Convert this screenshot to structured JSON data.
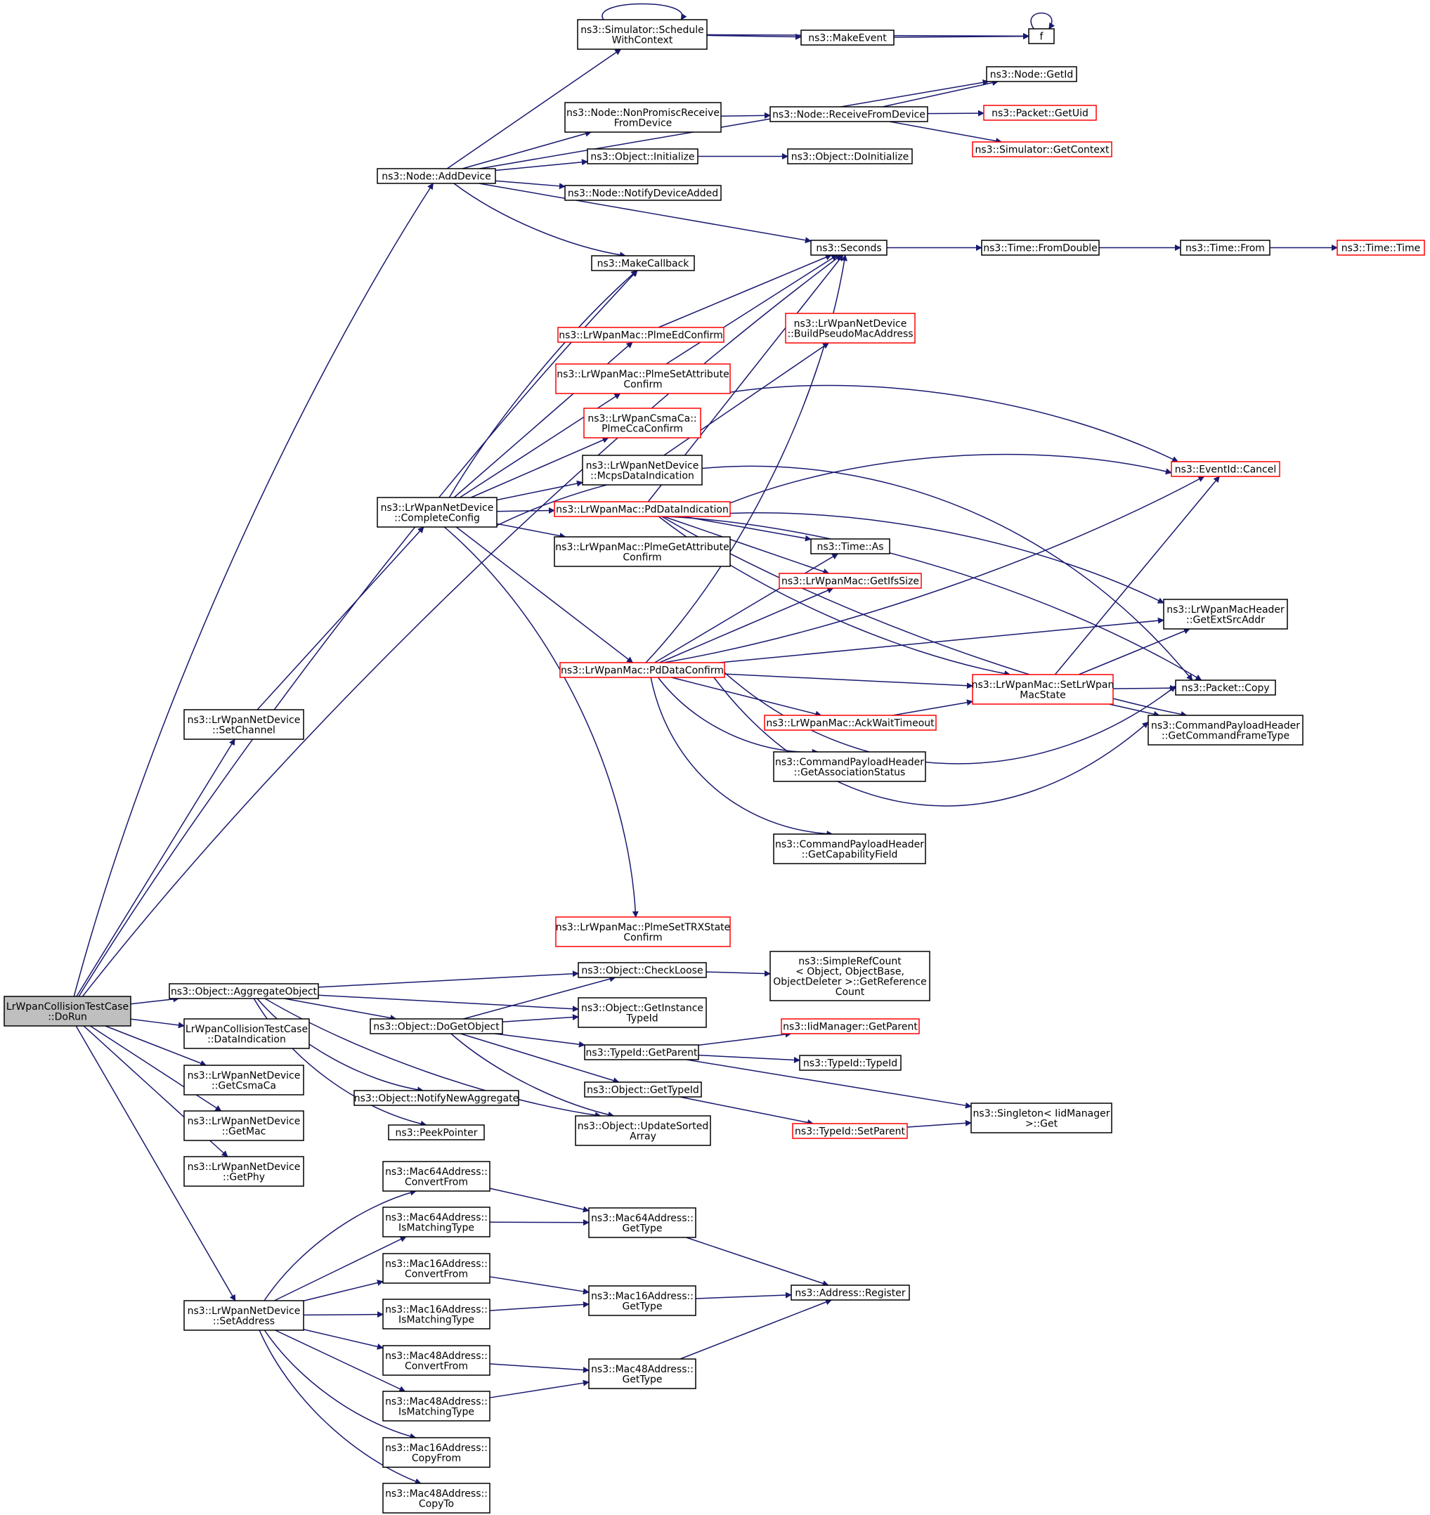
{
  "colors": {
    "edge": "#191970",
    "node_border": "#000000",
    "partial_border": "#ff0000",
    "root_fill": "#bfbfbf",
    "node_fill": "#ffffff"
  },
  "nodes": [
    {
      "id": "root",
      "lines": [
        "LrWpanCollisionTestCase",
        "::DoRun"
      ],
      "style": "root"
    },
    {
      "id": "addDevice",
      "lines": [
        "ns3::Node::AddDevice"
      ]
    },
    {
      "id": "makeCallback",
      "lines": [
        "ns3::MakeCallback"
      ]
    },
    {
      "id": "seconds",
      "lines": [
        "ns3::Seconds"
      ]
    },
    {
      "id": "setChannel",
      "lines": [
        "ns3::LrWpanNetDevice",
        "::SetChannel"
      ]
    },
    {
      "id": "completeConfig",
      "lines": [
        "ns3::LrWpanNetDevice",
        "::CompleteConfig"
      ]
    },
    {
      "id": "aggregate",
      "lines": [
        "ns3::Object::AggregateObject"
      ]
    },
    {
      "id": "dataIndication",
      "lines": [
        "LrWpanCollisionTestCase",
        "::DataIndication"
      ]
    },
    {
      "id": "getCsmaCa",
      "lines": [
        "ns3::LrWpanNetDevice",
        "::GetCsmaCa"
      ]
    },
    {
      "id": "getMac",
      "lines": [
        "ns3::LrWpanNetDevice",
        "::GetMac"
      ]
    },
    {
      "id": "getPhy",
      "lines": [
        "ns3::LrWpanNetDevice",
        "::GetPhy"
      ]
    },
    {
      "id": "setAddress",
      "lines": [
        "ns3::LrWpanNetDevice",
        "::SetAddress"
      ]
    },
    {
      "id": "scheduleWithContext",
      "lines": [
        "ns3::Simulator::Schedule",
        "WithContext"
      ]
    },
    {
      "id": "nonPromisc",
      "lines": [
        "ns3::Node::NonPromiscReceive",
        "FromDevice"
      ]
    },
    {
      "id": "objInitialize",
      "lines": [
        "ns3::Object::Initialize"
      ]
    },
    {
      "id": "notifyDeviceAdded",
      "lines": [
        "ns3::Node::NotifyDeviceAdded"
      ]
    },
    {
      "id": "makeEvent",
      "lines": [
        "ns3::MakeEvent"
      ]
    },
    {
      "id": "f",
      "lines": [
        "f"
      ]
    },
    {
      "id": "getId",
      "lines": [
        "ns3::Node::GetId"
      ]
    },
    {
      "id": "receiveFromDevice",
      "lines": [
        "ns3::Node::ReceiveFromDevice"
      ]
    },
    {
      "id": "getUid",
      "lines": [
        "ns3::Packet::GetUid"
      ],
      "style": "partial"
    },
    {
      "id": "getContext",
      "lines": [
        "ns3::Simulator::GetContext"
      ],
      "style": "partial"
    },
    {
      "id": "doInitialize",
      "lines": [
        "ns3::Object::DoInitialize"
      ]
    },
    {
      "id": "fromDouble",
      "lines": [
        "ns3::Time::FromDouble"
      ]
    },
    {
      "id": "timeFrom",
      "lines": [
        "ns3::Time::From"
      ]
    },
    {
      "id": "timeTime",
      "lines": [
        "ns3::Time::Time"
      ],
      "style": "partial"
    },
    {
      "id": "plmeEdConfirm",
      "lines": [
        "ns3::LrWpanMac::PlmeEdConfirm"
      ],
      "style": "partial"
    },
    {
      "id": "plmeSetAttr",
      "lines": [
        "ns3::LrWpanMac::PlmeSetAttribute",
        "Confirm"
      ],
      "style": "partial"
    },
    {
      "id": "plmeCcaConfirm",
      "lines": [
        "ns3::LrWpanCsmaCa::",
        "PlmeCcaConfirm"
      ],
      "style": "partial"
    },
    {
      "id": "mcpsDataInd",
      "lines": [
        "ns3::LrWpanNetDevice",
        "::McpsDataIndication"
      ]
    },
    {
      "id": "pdDataInd",
      "lines": [
        "ns3::LrWpanMac::PdDataIndication"
      ],
      "style": "partial"
    },
    {
      "id": "plmeGetAttr",
      "lines": [
        "ns3::LrWpanMac::PlmeGetAttribute",
        "Confirm"
      ]
    },
    {
      "id": "pdDataConfirm",
      "lines": [
        "ns3::LrWpanMac::PdDataConfirm"
      ],
      "style": "partial"
    },
    {
      "id": "plmeSetTrx",
      "lines": [
        "ns3::LrWpanMac::PlmeSetTRXState",
        "Confirm"
      ],
      "style": "partial"
    },
    {
      "id": "buildPseudo",
      "lines": [
        "ns3::LrWpanNetDevice",
        "::BuildPseudoMacAddress"
      ],
      "style": "partial"
    },
    {
      "id": "timeAs",
      "lines": [
        "ns3::Time::As"
      ]
    },
    {
      "id": "getIfsSize",
      "lines": [
        "ns3::LrWpanMac::GetIfsSize"
      ],
      "style": "partial"
    },
    {
      "id": "ackWait",
      "lines": [
        "ns3::LrWpanMac::AckWaitTimeout"
      ],
      "style": "partial"
    },
    {
      "id": "getAssocStatus",
      "lines": [
        "ns3::CommandPayloadHeader",
        "::GetAssociationStatus"
      ]
    },
    {
      "id": "getCapField",
      "lines": [
        "ns3::CommandPayloadHeader",
        "::GetCapabilityField"
      ]
    },
    {
      "id": "eventCancel",
      "lines": [
        "ns3::EventId::Cancel"
      ],
      "style": "partial"
    },
    {
      "id": "getExtSrcAddr",
      "lines": [
        "ns3::LrWpanMacHeader",
        "::GetExtSrcAddr"
      ]
    },
    {
      "id": "setLrWpanMacState",
      "lines": [
        "ns3::LrWpanMac::SetLrWpan",
        "MacState"
      ],
      "style": "partial"
    },
    {
      "id": "packetCopy",
      "lines": [
        "ns3::Packet::Copy"
      ]
    },
    {
      "id": "getCmdFrameType",
      "lines": [
        "ns3::CommandPayloadHeader",
        "::GetCommandFrameType"
      ]
    },
    {
      "id": "checkLoose",
      "lines": [
        "ns3::Object::CheckLoose"
      ]
    },
    {
      "id": "getInstanceTypeId",
      "lines": [
        "ns3::Object::GetInstance",
        "TypeId"
      ]
    },
    {
      "id": "doGetObject",
      "lines": [
        "ns3::Object::DoGetObject"
      ]
    },
    {
      "id": "notifyNewAggregate",
      "lines": [
        "ns3::Object::NotifyNewAggregate"
      ]
    },
    {
      "id": "peekPointer",
      "lines": [
        "ns3::PeekPointer"
      ]
    },
    {
      "id": "updateSortedArray",
      "lines": [
        "ns3::Object::UpdateSorted",
        "Array"
      ]
    },
    {
      "id": "simpleRefCount",
      "lines": [
        "ns3::SimpleRefCount",
        "< Object, ObjectBase,",
        "ObjectDeleter >::GetReference",
        "Count"
      ]
    },
    {
      "id": "typeIdGetParent",
      "lines": [
        "ns3::TypeId::GetParent"
      ]
    },
    {
      "id": "objGetTypeId",
      "lines": [
        "ns3::Object::GetTypeId"
      ]
    },
    {
      "id": "iidGetParent",
      "lines": [
        "ns3::IidManager::GetParent"
      ],
      "style": "partial"
    },
    {
      "id": "typeIdTypeId",
      "lines": [
        "ns3::TypeId::TypeId"
      ]
    },
    {
      "id": "typeIdSetParent",
      "lines": [
        "ns3::TypeId::SetParent"
      ],
      "style": "partial"
    },
    {
      "id": "singletonGet",
      "lines": [
        "ns3::Singleton< IidManager",
        ">::Get"
      ]
    },
    {
      "id": "mac64Convert",
      "lines": [
        "ns3::Mac64Address::",
        "ConvertFrom"
      ]
    },
    {
      "id": "mac64IsMatch",
      "lines": [
        "ns3::Mac64Address::",
        "IsMatchingType"
      ]
    },
    {
      "id": "mac16Convert",
      "lines": [
        "ns3::Mac16Address::",
        "ConvertFrom"
      ]
    },
    {
      "id": "mac16IsMatch",
      "lines": [
        "ns3::Mac16Address::",
        "IsMatchingType"
      ]
    },
    {
      "id": "mac48Convert",
      "lines": [
        "ns3::Mac48Address::",
        "ConvertFrom"
      ]
    },
    {
      "id": "mac48IsMatch",
      "lines": [
        "ns3::Mac48Address::",
        "IsMatchingType"
      ]
    },
    {
      "id": "mac16CopyFrom",
      "lines": [
        "ns3::Mac16Address::",
        "CopyFrom"
      ]
    },
    {
      "id": "mac48CopyTo",
      "lines": [
        "ns3::Mac48Address::",
        "CopyTo"
      ]
    },
    {
      "id": "mac64GetType",
      "lines": [
        "ns3::Mac64Address::",
        "GetType"
      ]
    },
    {
      "id": "mac16GetType",
      "lines": [
        "ns3::Mac16Address::",
        "GetType"
      ]
    },
    {
      "id": "mac48GetType",
      "lines": [
        "ns3::Mac48Address::",
        "GetType"
      ]
    },
    {
      "id": "addrRegister",
      "lines": [
        "ns3::Address::Register"
      ]
    }
  ],
  "edges": [
    [
      "root",
      "addDevice"
    ],
    [
      "root",
      "makeCallback"
    ],
    [
      "root",
      "seconds"
    ],
    [
      "root",
      "setChannel"
    ],
    [
      "root",
      "aggregate"
    ],
    [
      "root",
      "dataIndication"
    ],
    [
      "root",
      "getCsmaCa"
    ],
    [
      "root",
      "getMac"
    ],
    [
      "root",
      "getPhy"
    ],
    [
      "root",
      "setAddress"
    ],
    [
      "addDevice",
      "scheduleWithContext"
    ],
    [
      "addDevice",
      "getId"
    ],
    [
      "addDevice",
      "nonPromisc"
    ],
    [
      "addDevice",
      "objInitialize"
    ],
    [
      "addDevice",
      "notifyDeviceAdded"
    ],
    [
      "addDevice",
      "makeCallback"
    ],
    [
      "addDevice",
      "seconds"
    ],
    [
      "scheduleWithContext",
      "scheduleWithContext"
    ],
    [
      "scheduleWithContext",
      "f"
    ],
    [
      "scheduleWithContext",
      "makeEvent"
    ],
    [
      "makeEvent",
      "f"
    ],
    [
      "f",
      "f"
    ],
    [
      "nonPromisc",
      "receiveFromDevice"
    ],
    [
      "receiveFromDevice",
      "getId"
    ],
    [
      "receiveFromDevice",
      "getUid"
    ],
    [
      "receiveFromDevice",
      "getContext"
    ],
    [
      "objInitialize",
      "doInitialize"
    ],
    [
      "seconds",
      "fromDouble"
    ],
    [
      "fromDouble",
      "timeFrom"
    ],
    [
      "timeFrom",
      "timeTime"
    ],
    [
      "setChannel",
      "completeConfig"
    ],
    [
      "completeConfig",
      "makeCallback"
    ],
    [
      "completeConfig",
      "plmeEdConfirm"
    ],
    [
      "completeConfig",
      "plmeSetAttr"
    ],
    [
      "completeConfig",
      "plmeCcaConfirm"
    ],
    [
      "completeConfig",
      "mcpsDataInd"
    ],
    [
      "completeConfig",
      "pdDataInd"
    ],
    [
      "completeConfig",
      "plmeGetAttr"
    ],
    [
      "completeConfig",
      "pdDataConfirm"
    ],
    [
      "completeConfig",
      "plmeSetTrx"
    ],
    [
      "completeConfig",
      "packetCopy"
    ],
    [
      "plmeEdConfirm",
      "seconds"
    ],
    [
      "plmeSetAttr",
      "seconds"
    ],
    [
      "plmeSetAttr",
      "eventCancel"
    ],
    [
      "mcpsDataInd",
      "buildPseudo"
    ],
    [
      "pdDataInd",
      "seconds"
    ],
    [
      "pdDataInd",
      "eventCancel"
    ],
    [
      "pdDataInd",
      "timeAs"
    ],
    [
      "pdDataInd",
      "getIfsSize"
    ],
    [
      "pdDataInd",
      "getExtSrcAddr"
    ],
    [
      "pdDataInd",
      "setLrWpanMacState"
    ],
    [
      "pdDataInd",
      "packetCopy"
    ],
    [
      "pdDataInd",
      "getCmdFrameType"
    ],
    [
      "pdDataConfirm",
      "seconds"
    ],
    [
      "pdDataConfirm",
      "timeAs"
    ],
    [
      "pdDataConfirm",
      "getIfsSize"
    ],
    [
      "pdDataConfirm",
      "eventCancel"
    ],
    [
      "pdDataConfirm",
      "getExtSrcAddr"
    ],
    [
      "pdDataConfirm",
      "setLrWpanMacState"
    ],
    [
      "pdDataConfirm",
      "ackWait"
    ],
    [
      "pdDataConfirm",
      "getAssocStatus"
    ],
    [
      "pdDataConfirm",
      "getCapField"
    ],
    [
      "pdDataConfirm",
      "packetCopy"
    ],
    [
      "pdDataConfirm",
      "getCmdFrameType"
    ],
    [
      "ackWait",
      "setLrWpanMacState"
    ],
    [
      "setLrWpanMacState",
      "eventCancel"
    ],
    [
      "setLrWpanMacState",
      "getExtSrcAddr"
    ],
    [
      "setLrWpanMacState",
      "packetCopy"
    ],
    [
      "setLrWpanMacState",
      "getCmdFrameType"
    ],
    [
      "aggregate",
      "checkLoose"
    ],
    [
      "aggregate",
      "getInstanceTypeId"
    ],
    [
      "aggregate",
      "doGetObject"
    ],
    [
      "aggregate",
      "notifyNewAggregate"
    ],
    [
      "aggregate",
      "peekPointer"
    ],
    [
      "aggregate",
      "updateSortedArray"
    ],
    [
      "checkLoose",
      "simpleRefCount"
    ],
    [
      "doGetObject",
      "checkLoose"
    ],
    [
      "doGetObject",
      "getInstanceTypeId"
    ],
    [
      "doGetObject",
      "typeIdGetParent"
    ],
    [
      "doGetObject",
      "objGetTypeId"
    ],
    [
      "doGetObject",
      "updateSortedArray"
    ],
    [
      "typeIdGetParent",
      "iidGetParent"
    ],
    [
      "typeIdGetParent",
      "typeIdTypeId"
    ],
    [
      "typeIdGetParent",
      "singletonGet"
    ],
    [
      "objGetTypeId",
      "typeIdSetParent"
    ],
    [
      "typeIdSetParent",
      "singletonGet"
    ],
    [
      "setAddress",
      "mac64Convert"
    ],
    [
      "setAddress",
      "mac64IsMatch"
    ],
    [
      "setAddress",
      "mac16Convert"
    ],
    [
      "setAddress",
      "mac16IsMatch"
    ],
    [
      "setAddress",
      "mac48Convert"
    ],
    [
      "setAddress",
      "mac48IsMatch"
    ],
    [
      "setAddress",
      "mac16CopyFrom"
    ],
    [
      "setAddress",
      "mac48CopyTo"
    ],
    [
      "mac64Convert",
      "mac64GetType"
    ],
    [
      "mac64IsMatch",
      "mac64GetType"
    ],
    [
      "mac16Convert",
      "mac16GetType"
    ],
    [
      "mac16IsMatch",
      "mac16GetType"
    ],
    [
      "mac48Convert",
      "mac48GetType"
    ],
    [
      "mac48IsMatch",
      "mac48GetType"
    ],
    [
      "mac64GetType",
      "addrRegister"
    ],
    [
      "mac16GetType",
      "addrRegister"
    ],
    [
      "mac48GetType",
      "addrRegister"
    ]
  ]
}
